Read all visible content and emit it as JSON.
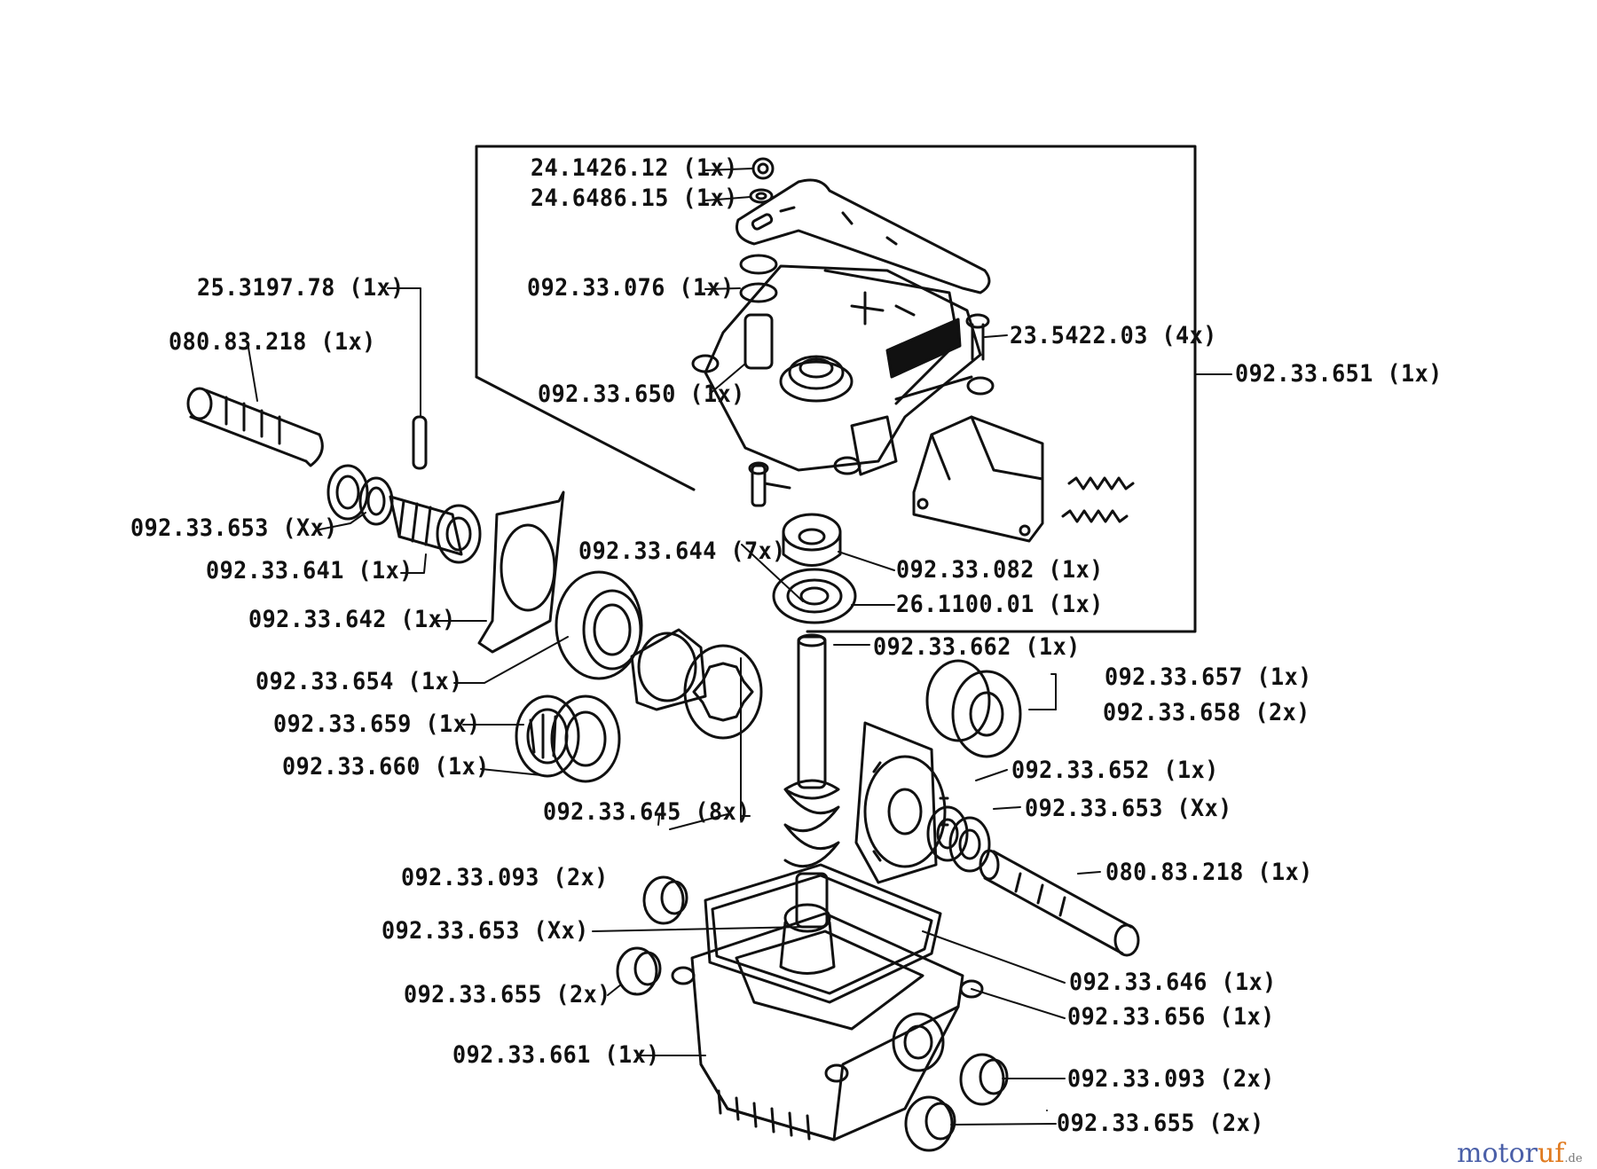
{
  "colors": {
    "ink": "#111111",
    "watermark_main": "#4a5fa8",
    "watermark_accent": "#e07a1f"
  },
  "watermark": {
    "main": "motoruf",
    "domain": ".de"
  },
  "labels": {
    "l01": "24.1426.12 (1x)",
    "l02": "24.6486.15 (1x)",
    "l03": "092.33.076 (1x)",
    "l04": "23.5422.03 (4x)",
    "l05": "092.33.651 (1x)",
    "l06": "092.33.650 (1x)",
    "l07": "25.3197.78 (1x)",
    "l08": "080.83.218 (1x)",
    "l09": "092.33.653 (Xx)",
    "l10": "092.33.641 (1x)",
    "l11": "092.33.644 (7x)",
    "l12": "092.33.082 (1x)",
    "l13": "26.1100.01 (1x)",
    "l14": "092.33.642 (1x)",
    "l15": "092.33.662 (1x)",
    "l16": "092.33.654 (1x)",
    "l17": "092.33.657 (1x)",
    "l18": "092.33.658 (2x)",
    "l19": "092.33.659 (1x)",
    "l20": "092.33.660 (1x)",
    "l21": "092.33.652 (1x)",
    "l22": "092.33.653 (Xx)",
    "l23": "092.33.645 (8x)",
    "l24": "080.83.218 (1x)",
    "l25": "092.33.093 (2x)",
    "l26": "092.33.653 (Xx)",
    "l27": "092.33.646 (1x)",
    "l28": "092.33.655 (2x)",
    "l29": "092.33.656 (1x)",
    "l30": "092.33.661 (1x)",
    "l31": "092.33.093 (2x)",
    "l32": "092.33.655 (2x)"
  }
}
